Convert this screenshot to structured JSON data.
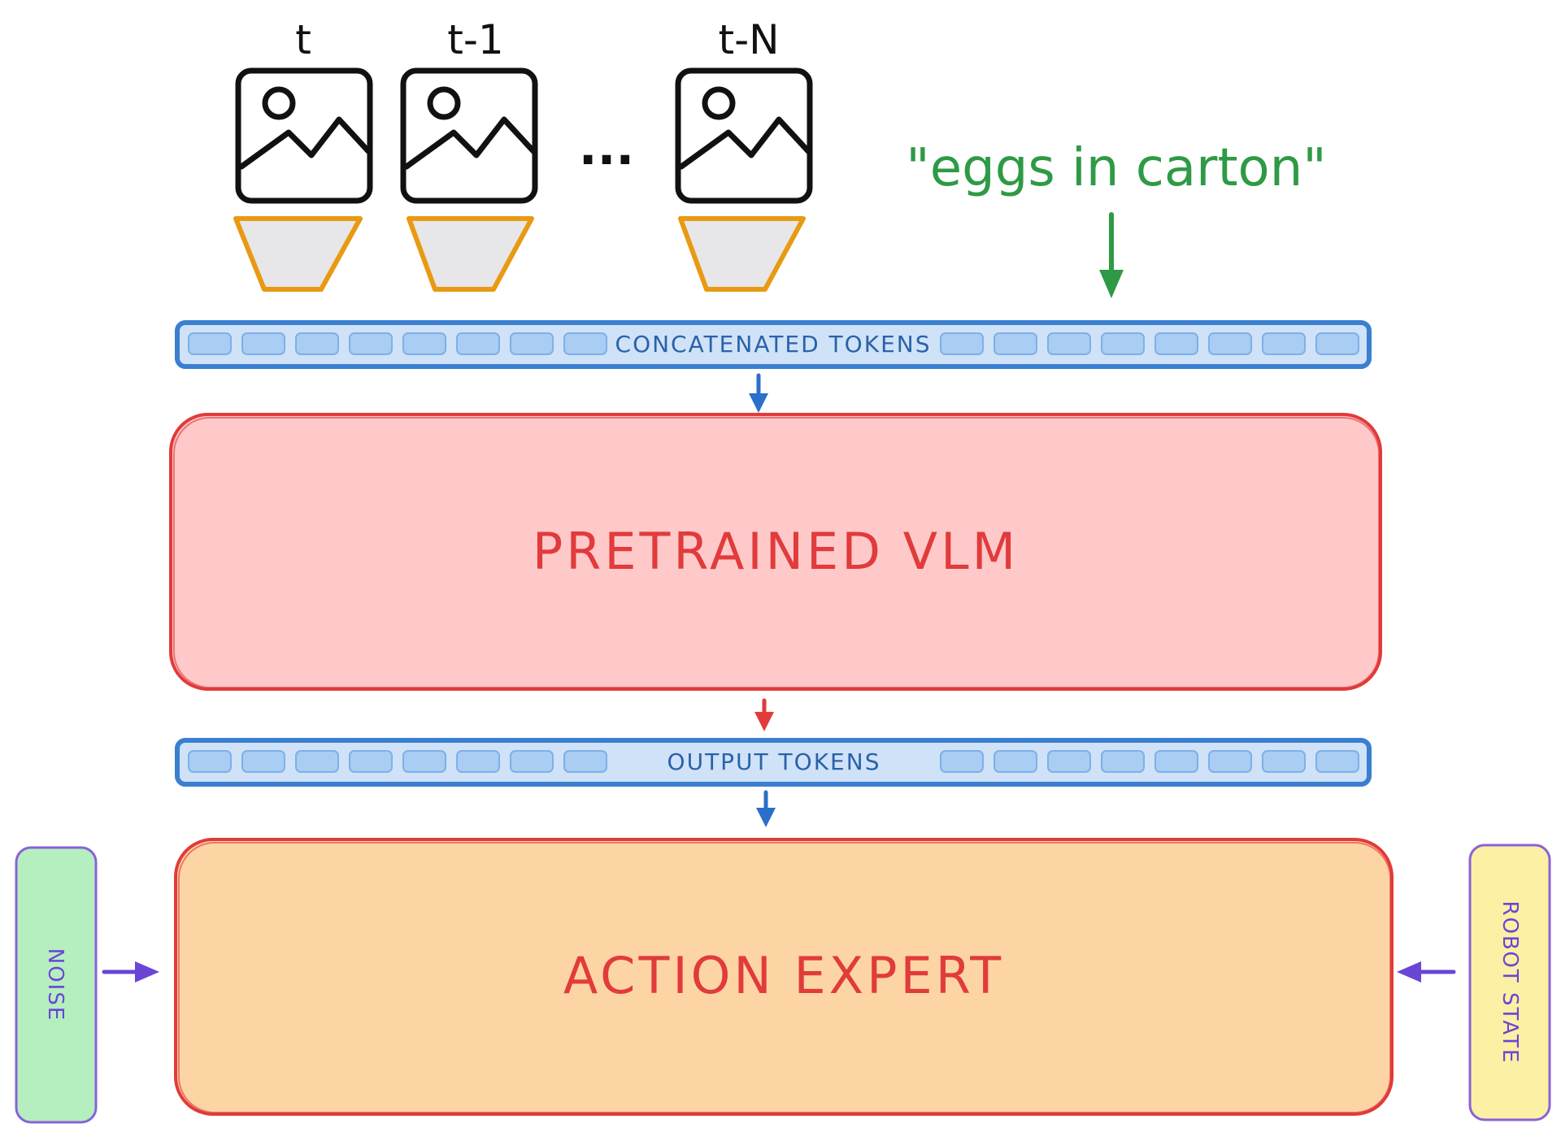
{
  "frames": [
    {
      "label": "t"
    },
    {
      "label": "t-1"
    },
    {
      "label": "t-N"
    }
  ],
  "ellipsis": "...",
  "prompt": "\"eggs in carton\"",
  "bands": {
    "concatenated": "CONCATENATED TOKENS",
    "output": "OUTPUT TOKENS"
  },
  "blocks": {
    "vlm": "PRETRAINED VLM",
    "action": "ACTION EXPERT"
  },
  "side_inputs": {
    "noise": "NOISE",
    "robot_state": "ROBOT STATE"
  },
  "colors": {
    "frame_stroke": "#111111",
    "encoder_stroke": "#e89a12",
    "encoder_fill": "#e7e7ea",
    "band_stroke": "#3a7fd0",
    "band_fill": "#cfe2f8",
    "token_fill": "#a9cdf3",
    "vlm_stroke": "#e13b3b",
    "vlm_fill": "#ffc9ca",
    "action_stroke": "#e13b3b",
    "action_fill": "#fdd5a5",
    "noise_stroke": "#8a62d8",
    "noise_fill": "#b5efbf",
    "state_stroke": "#8a62d8",
    "state_fill": "#fbf0a3",
    "prompt_color": "#2e9a45",
    "side_arrow": "#6b45d6"
  },
  "icons": {
    "frame": "image-icon"
  }
}
